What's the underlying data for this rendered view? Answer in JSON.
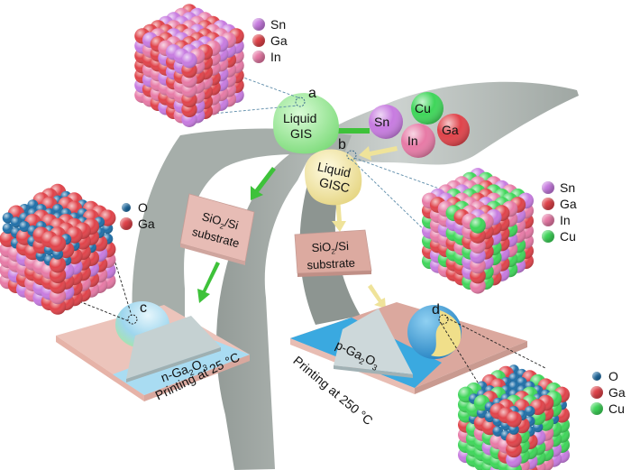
{
  "colors": {
    "Sn": "#c77be0",
    "Ga": "#e0434a",
    "In": "#e77aa6",
    "Cu": "#3fd65a",
    "O": "#1f6fa8",
    "ribbon": "#a9b1ad",
    "substrate": "#e8b9b0",
    "film_blue": "#48b5e6",
    "liquid_gis": "#9ce89a",
    "liquid_gisc": "#f3e7a0",
    "arrow_green": "#3ec23a",
    "arrow_yellow": "#efe39a"
  },
  "elements_tray": [
    "Sn",
    "Cu",
    "In",
    "Ga"
  ],
  "droplets": {
    "gis": {
      "letter": "a",
      "line1": "Liquid",
      "line2": "GIS"
    },
    "gisc": {
      "letter": "b",
      "line1": "Liquid",
      "line2": "GISC"
    }
  },
  "substrates": {
    "left": {
      "line1": "SiO",
      "sub": "2",
      "line1b": "/Si",
      "line2": "substrate"
    },
    "right": {
      "line1": "SiO",
      "sub": "2",
      "line1b": "/Si",
      "line2": "substrate"
    }
  },
  "prints": {
    "left": {
      "letter": "c",
      "film_prefix": "n-Ga",
      "film_sub1": "2",
      "film_mid": "O",
      "film_sub2": "3",
      "caption": "Printing at 25 °C"
    },
    "right": {
      "letter": "d",
      "film_prefix": "p-Ga",
      "film_sub1": "2",
      "film_mid": "O",
      "film_sub2": "3",
      "caption": "Printing at 250 °C"
    }
  },
  "legends": {
    "a": [
      {
        "el": "Sn"
      },
      {
        "el": "Ga"
      },
      {
        "el": "In"
      }
    ],
    "b": [
      {
        "el": "Sn"
      },
      {
        "el": "Ga"
      },
      {
        "el": "In"
      },
      {
        "el": "Cu"
      }
    ],
    "c": [
      {
        "el": "O"
      },
      {
        "el": "Ga"
      }
    ],
    "d": [
      {
        "el": "O"
      },
      {
        "el": "Ga"
      },
      {
        "el": "Cu"
      }
    ]
  }
}
